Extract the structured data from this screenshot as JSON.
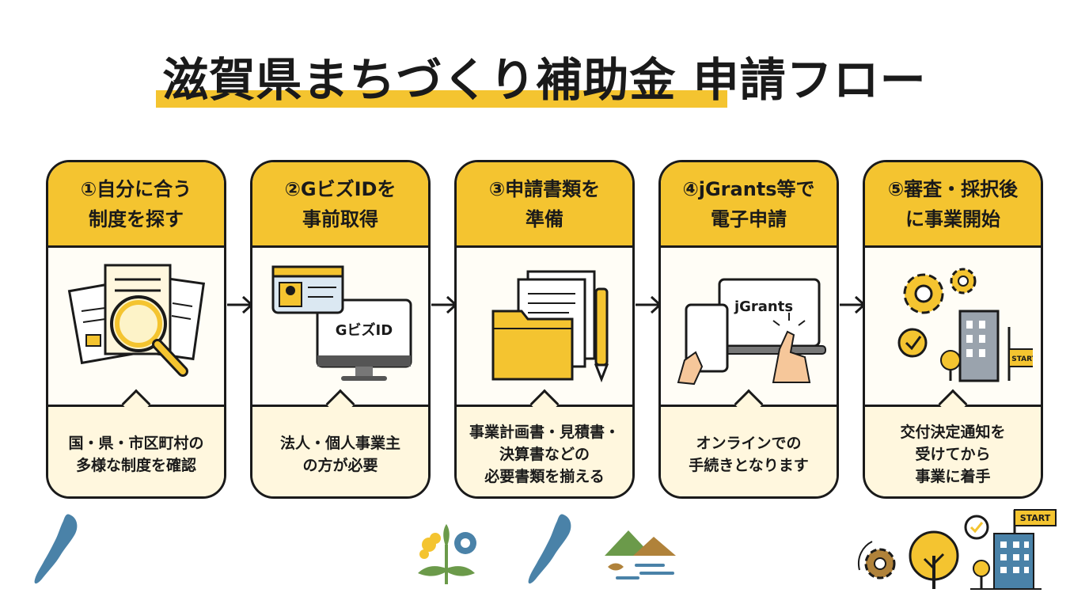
{
  "title": "滋賀県まちづくり補助金 申請フロー",
  "steps": [
    {
      "heading": "①自分に合う\n制度を探す",
      "description": "国・県・市区町村の\n多様な制度を確認"
    },
    {
      "heading": "②GビズIDを\n事前取得",
      "description": "法人・個人事業主\nの方が必要",
      "screen_label": "GビズID"
    },
    {
      "heading": "③申請書類を\n準備",
      "description": "事業計画書・見積書・\n決算書などの\n必要書類を揃える"
    },
    {
      "heading": "④jGrants等で\n電子申請",
      "description": "オンラインでの\n手続きとなります",
      "screen_label": "jGrants"
    },
    {
      "heading": "⑤審査・採択後\nに事業開始",
      "description": "交付決定通知を\n受けてから\n事業に着手",
      "flag_label": "START"
    }
  ],
  "footer": {
    "flag_label": "START"
  },
  "colors": {
    "accent": "#f4c430",
    "panel": "#fff7de",
    "ink": "#1a1a1a",
    "lake": "#4a82a8",
    "green": "#6b9a4a"
  }
}
